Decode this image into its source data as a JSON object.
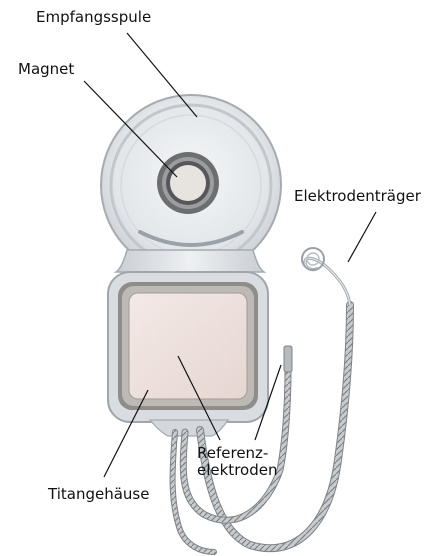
{
  "diagram": {
    "subject": "cochlear-implant",
    "labels": {
      "receiver_coil": "Empfangsspule",
      "magnet": "Magnet",
      "electrode_array": "Elektrodenträger",
      "reference_electrodes_line1": "Referenz-",
      "reference_electrodes_line2": "elektroden",
      "titanium_housing": "Titangehäuse"
    },
    "colors": {
      "background": "#ffffff",
      "label_text": "#111111",
      "leader_line": "#111111",
      "silicone": "#d7dbdf",
      "silicone_edge": "#a5abb1",
      "titanium_frame": "#8f8d8a",
      "housing_face": "#efe2df",
      "magnet_ring": "#6d6e70",
      "magnet_center": "#e7e4e0",
      "lead_wire": "#8a8d90"
    }
  }
}
